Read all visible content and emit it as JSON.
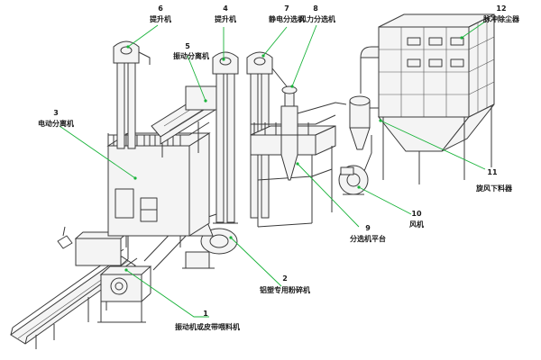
{
  "callouts": [
    {
      "id": "c1",
      "number": "1",
      "label": "振动机或皮带喂料机"
    },
    {
      "id": "c2",
      "number": "2",
      "label": "铝塑专用粉碎机"
    },
    {
      "id": "c3",
      "number": "3",
      "label": "电动分离机"
    },
    {
      "id": "c4",
      "number": "4",
      "label": "提升机"
    },
    {
      "id": "c5",
      "number": "5",
      "label": "振动分离机"
    },
    {
      "id": "c6",
      "number": "6",
      "label": "提升机"
    },
    {
      "id": "c7",
      "number": "7",
      "label": "静电分选机"
    },
    {
      "id": "c8",
      "number": "8",
      "label": "风力分选机"
    },
    {
      "id": "c9",
      "number": "9",
      "label": "分选机平台"
    },
    {
      "id": "c10",
      "number": "10",
      "label": "风机"
    },
    {
      "id": "c11",
      "number": "11",
      "label": "旋风下料器"
    },
    {
      "id": "c12",
      "number": "12",
      "label": "脉冲除尘器"
    }
  ],
  "colors": {
    "leader": "#19b33a",
    "line": "#3a3a3a",
    "text": "#1a1a1a"
  }
}
